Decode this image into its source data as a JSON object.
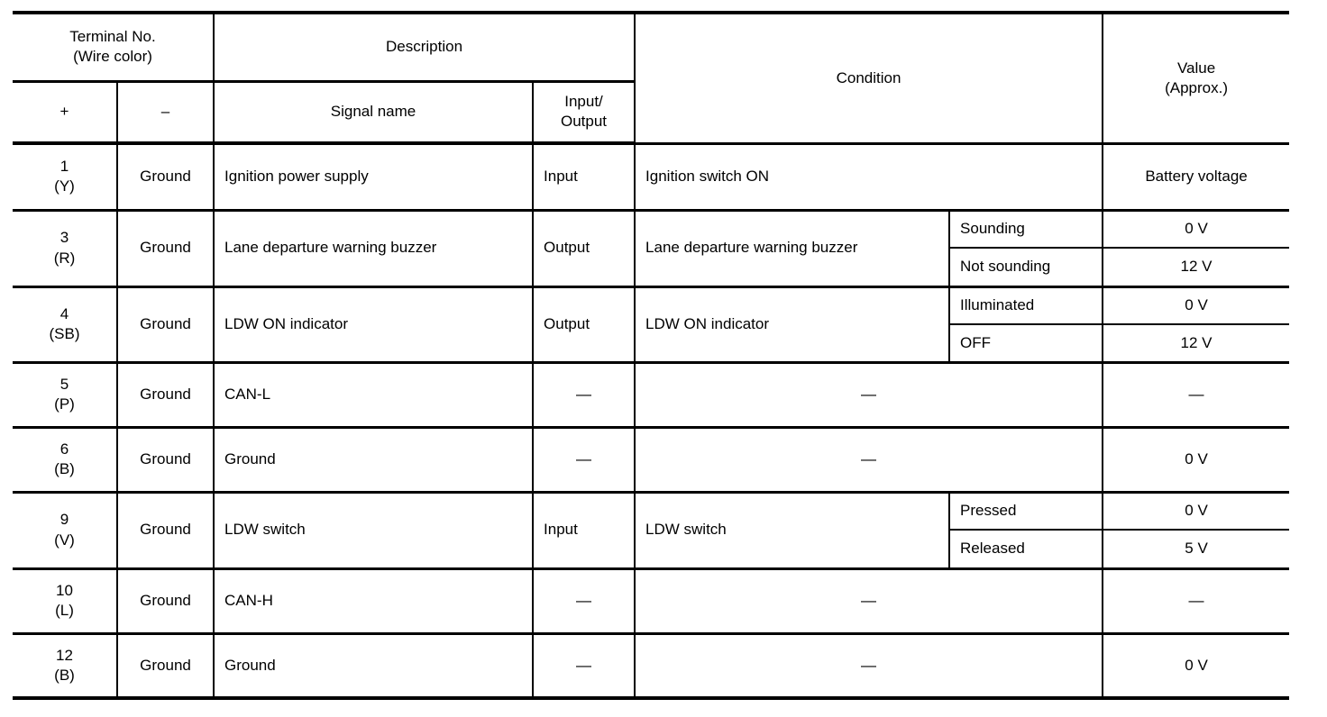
{
  "header": {
    "terminal_no_line1": "Terminal No.",
    "terminal_no_line2": "(Wire color)",
    "plus": "+",
    "minus": "–",
    "description": "Description",
    "signal_name": "Signal name",
    "io_line1": "Input/",
    "io_line2": "Output",
    "condition": "Condition",
    "value_line1": "Value",
    "value_line2": "(Approx.)"
  },
  "rows": [
    {
      "terminal": "1",
      "wire": "(Y)",
      "negative": "Ground",
      "signal": "Ignition power supply",
      "io": "Input",
      "condition": "Ignition switch ON",
      "value": "Battery voltage"
    },
    {
      "terminal": "3",
      "wire": "(R)",
      "negative": "Ground",
      "signal": "Lane departure warning buzzer",
      "io": "Output",
      "condition": "Lane departure warning buzzer",
      "sub": [
        {
          "state": "Sounding",
          "value": "0 V"
        },
        {
          "state": "Not sounding",
          "value": "12 V"
        }
      ]
    },
    {
      "terminal": "4",
      "wire": "(SB)",
      "negative": "Ground",
      "signal": "LDW ON indicator",
      "io": "Output",
      "condition": "LDW ON indicator",
      "sub": [
        {
          "state": "Illuminated",
          "value": "0 V"
        },
        {
          "state": "OFF",
          "value": "12 V"
        }
      ]
    },
    {
      "terminal": "5",
      "wire": "(P)",
      "negative": "Ground",
      "signal": "CAN-L",
      "io": "—",
      "condition": "—",
      "value": "—"
    },
    {
      "terminal": "6",
      "wire": "(B)",
      "negative": "Ground",
      "signal": "Ground",
      "io": "—",
      "condition": "—",
      "value": "0 V"
    },
    {
      "terminal": "9",
      "wire": "(V)",
      "negative": "Ground",
      "signal": "LDW switch",
      "io": "Input",
      "condition": "LDW switch",
      "sub": [
        {
          "state": "Pressed",
          "value": "0 V"
        },
        {
          "state": "Released",
          "value": "5 V"
        }
      ]
    },
    {
      "terminal": "10",
      "wire": "(L)",
      "negative": "Ground",
      "signal": "CAN-H",
      "io": "—",
      "condition": "—",
      "value": "—"
    },
    {
      "terminal": "12",
      "wire": "(B)",
      "negative": "Ground",
      "signal": "Ground",
      "io": "—",
      "condition": "—",
      "value": "0 V"
    }
  ]
}
